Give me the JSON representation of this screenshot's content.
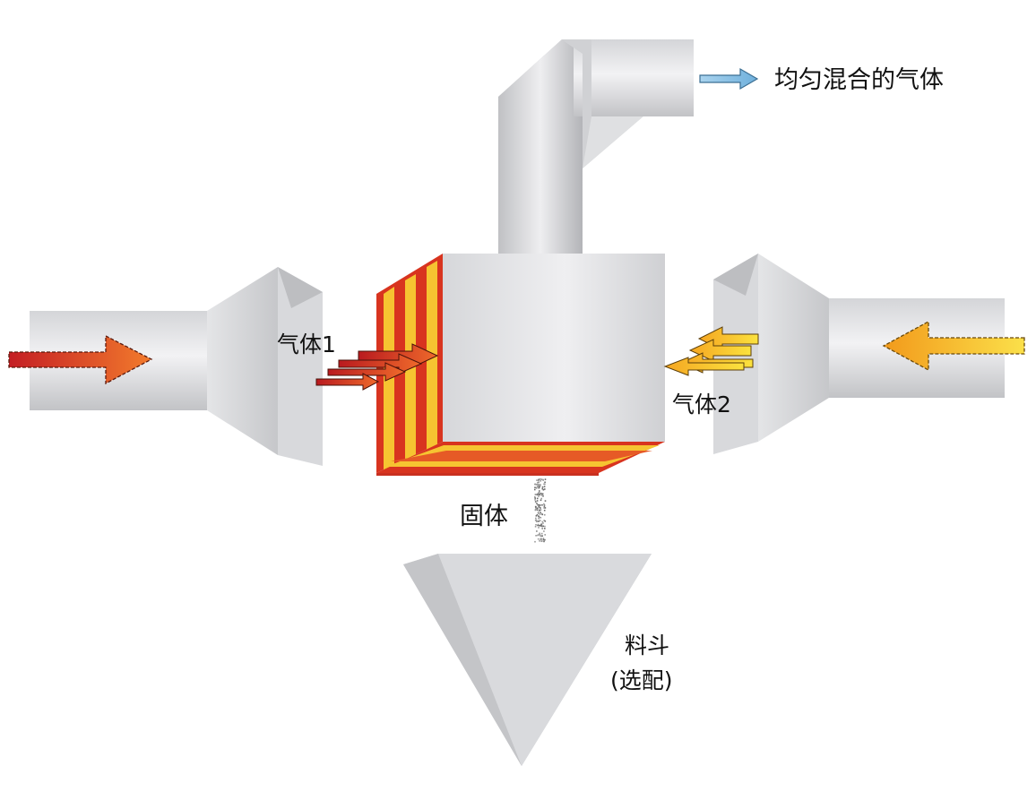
{
  "labels": {
    "outlet": "均匀混合的气体",
    "gas1": "气体1",
    "gas2": "气体2",
    "solid": "固体",
    "hopper_line1": "料斗",
    "hopper_line2": "(选配)"
  },
  "colors": {
    "pipe_light": "#eeeef0",
    "pipe_mid": "#c9cacd",
    "pipe_dark": "#a6a7ab",
    "gas1_red": "#c62020",
    "gas1_orange": "#f07a2a",
    "gas2_yellow": "#f7c233",
    "gas2_gold": "#f29b1c",
    "outlet_arrow": "#8fc3e6",
    "stripe_yellow": "#f6c431",
    "stripe_red": "#d8341f"
  },
  "icons": {
    "inlet_arrow_left": "right-arrow",
    "inlet_arrow_right": "left-arrow",
    "outlet_arrow": "right-arrow"
  }
}
